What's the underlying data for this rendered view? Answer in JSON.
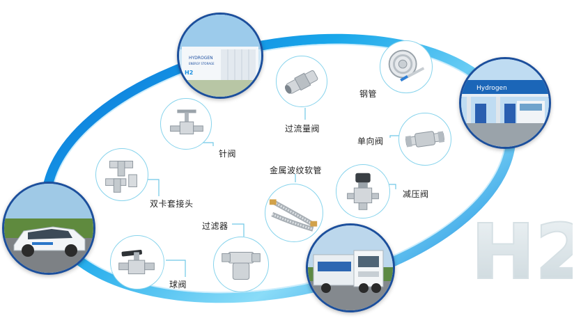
{
  "products": [
    {
      "id": "flow-valve",
      "label": "过流量阀"
    },
    {
      "id": "steel-pipe",
      "label": "钢管"
    },
    {
      "id": "needle-valve",
      "label": "针阀"
    },
    {
      "id": "check-valve",
      "label": "单向阀"
    },
    {
      "id": "metal-hose",
      "label": "金属波纹软管"
    },
    {
      "id": "twin-ferrule-fitting",
      "label": "双卡套接头"
    },
    {
      "id": "pressure-reducing-valve",
      "label": "减压阀"
    },
    {
      "id": "filter",
      "label": "过滤器"
    },
    {
      "id": "ball-valve",
      "label": "球阀"
    }
  ],
  "photos": {
    "storage": {
      "text1": "HYDROGEN",
      "text2": "ENERGY STORAGE",
      "badge": "H2"
    },
    "station": {
      "sign": "Hydrogen"
    },
    "car": {},
    "truck": {}
  },
  "watermark": {
    "text": "H2"
  },
  "colors": {
    "ring": "#1a9be0",
    "ring_light": "#7fd6f7",
    "label_line": "#6fc8e6",
    "photo_border": "#1c4f9c"
  }
}
